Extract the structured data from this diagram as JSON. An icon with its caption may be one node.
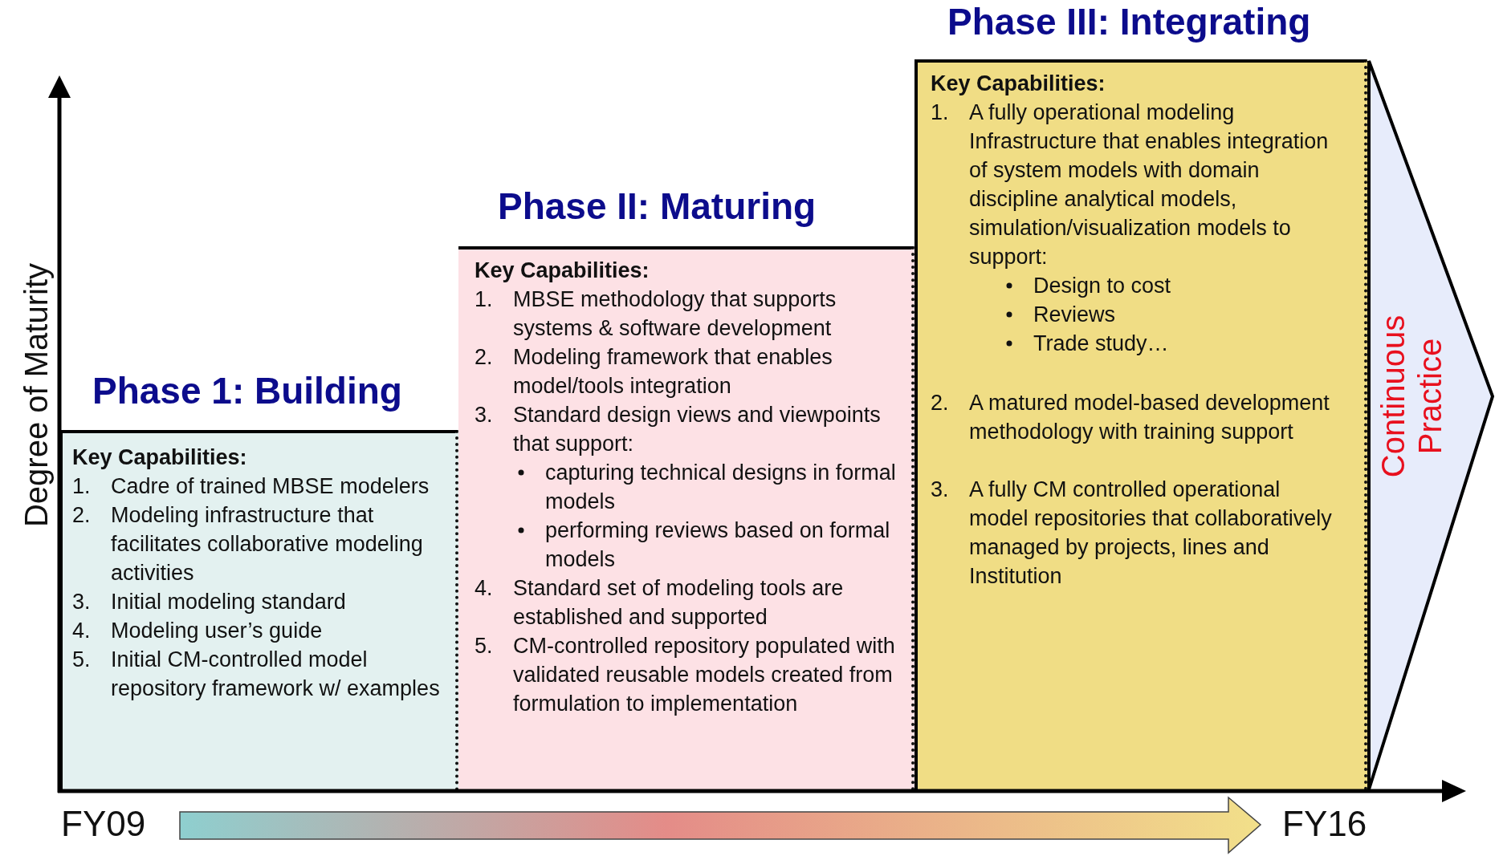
{
  "diagram": {
    "nodes": [
      {
        "text": [
          "Phase 1: Building",
          "Key Capabilities:",
          "1. Cadre of trained MBSE modelers",
          "2. Modeling infrastructure that facilitates collaborative modeling activities",
          "3. Initial modeling standard",
          "4. Modeling user’s guide",
          "5. Initial CM-controlled model repository framework w/ examples"
        ]
      },
      {
        "text": [
          "Phase II: Maturing",
          "Key Capabilities:",
          "1. MBSE methodology that supports systems & software development",
          "2. Modeling framework that enables model/tools integration",
          "3. Standard design views and viewpoints that support:",
          "capturing technical designs in formal models",
          "performing reviews based on formal models",
          "4. Standard set of modeling tools are established and supported",
          "5. CM-controlled repository populated with validated reusable models created from formulation to implementation"
        ]
      },
      {
        "text": [
          "Phase III: Integrating",
          "Key Capabilities:",
          "1. A fully operational modeling Infrastructure that enables integration of system models with domain discipline analytical models, simulation/visualization models to support:",
          "Design to cost",
          "Reviews",
          "Trade study…",
          "2. A matured model-based development methodology with training support",
          "3. A fully CM controlled operational model repositories that collaboratively managed by projects, lines and Institution"
        ]
      },
      {
        "text": [
          "Continuous Practice"
        ]
      }
    ],
    "edges": [],
    "labels": [
      "Degree of Maturity",
      "FY09",
      "FY16"
    ]
  }
}
